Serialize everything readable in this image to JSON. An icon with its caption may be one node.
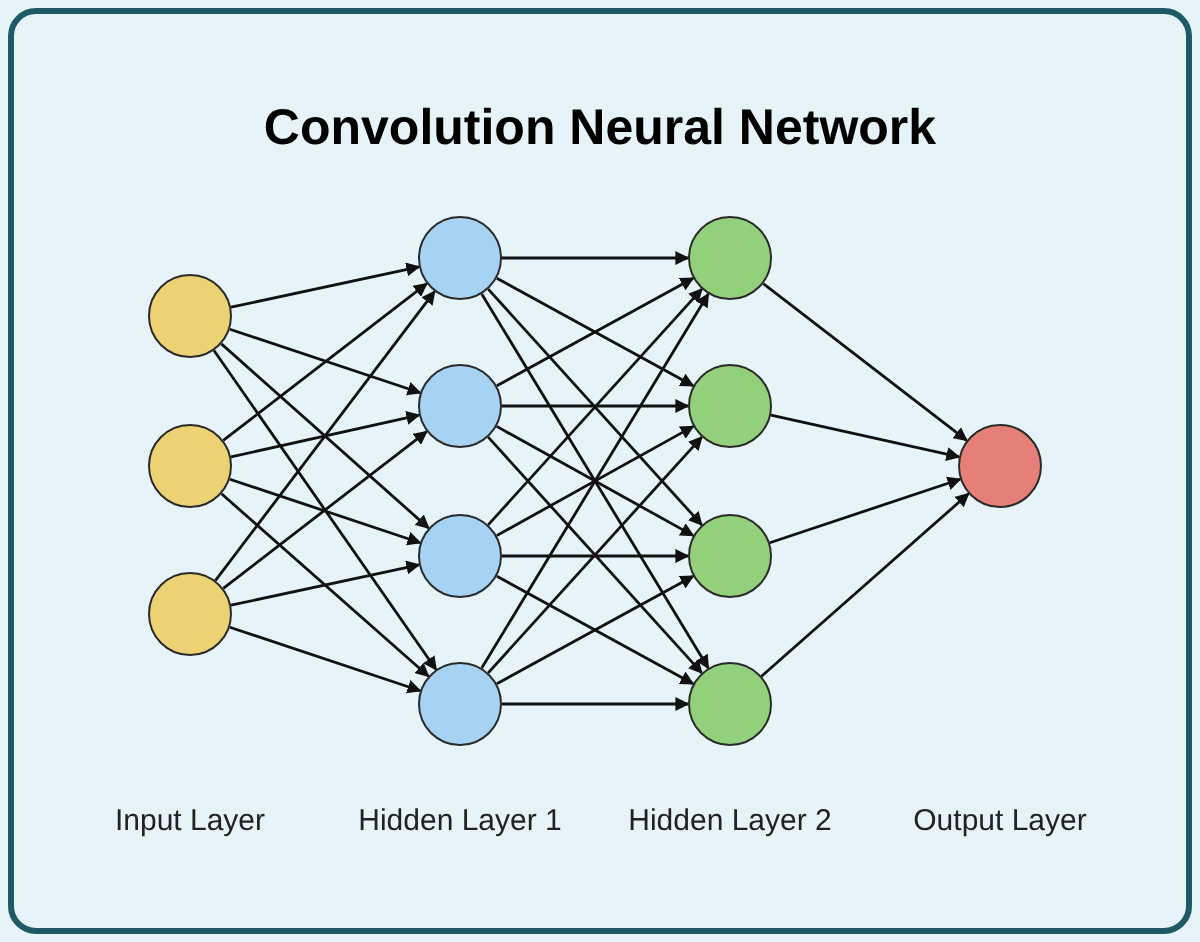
{
  "diagram": {
    "title": "Convolution Neural Network",
    "nodes": [
      {
        "text": [],
        "shape": "circle"
      },
      {
        "text": [],
        "shape": "circle"
      },
      {
        "text": [],
        "shape": "circle"
      },
      {
        "text": [],
        "shape": "circle"
      },
      {
        "text": [],
        "shape": "circle"
      },
      {
        "text": [],
        "shape": "circle"
      },
      {
        "text": [],
        "shape": "circle"
      },
      {
        "text": [],
        "shape": "circle"
      },
      {
        "text": [],
        "shape": "circle"
      },
      {
        "text": [],
        "shape": "circle"
      },
      {
        "text": [],
        "shape": "circle"
      },
      {
        "text": [],
        "shape": "circle"
      }
    ],
    "edges": [
      {
        "from": 0,
        "to": 3,
        "arrow": "to"
      },
      {
        "from": 0,
        "to": 4,
        "arrow": "to"
      },
      {
        "from": 0,
        "to": 5,
        "arrow": "to"
      },
      {
        "from": 0,
        "to": 6,
        "arrow": "to"
      },
      {
        "from": 1,
        "to": 3,
        "arrow": "to"
      },
      {
        "from": 1,
        "to": 4,
        "arrow": "to"
      },
      {
        "from": 1,
        "to": 5,
        "arrow": "to"
      },
      {
        "from": 1,
        "to": 6,
        "arrow": "to"
      },
      {
        "from": 2,
        "to": 3,
        "arrow": "to"
      },
      {
        "from": 2,
        "to": 4,
        "arrow": "to"
      },
      {
        "from": 2,
        "to": 5,
        "arrow": "to"
      },
      {
        "from": 2,
        "to": 6,
        "arrow": "to"
      },
      {
        "from": 3,
        "to": 7,
        "arrow": "to"
      },
      {
        "from": 3,
        "to": 8,
        "arrow": "to"
      },
      {
        "from": 3,
        "to": 9,
        "arrow": "to"
      },
      {
        "from": 3,
        "to": 10,
        "arrow": "to"
      },
      {
        "from": 4,
        "to": 7,
        "arrow": "to"
      },
      {
        "from": 4,
        "to": 8,
        "arrow": "to"
      },
      {
        "from": 4,
        "to": 9,
        "arrow": "to"
      },
      {
        "from": 4,
        "to": 10,
        "arrow": "to"
      },
      {
        "from": 5,
        "to": 7,
        "arrow": "to"
      },
      {
        "from": 5,
        "to": 8,
        "arrow": "to"
      },
      {
        "from": 5,
        "to": 9,
        "arrow": "to"
      },
      {
        "from": 5,
        "to": 10,
        "arrow": "to"
      },
      {
        "from": 6,
        "to": 7,
        "arrow": "to"
      },
      {
        "from": 6,
        "to": 8,
        "arrow": "to"
      },
      {
        "from": 6,
        "to": 9,
        "arrow": "to"
      },
      {
        "from": 6,
        "to": 10,
        "arrow": "to"
      },
      {
        "from": 7,
        "to": 11,
        "arrow": "to"
      },
      {
        "from": 8,
        "to": 11,
        "arrow": "to"
      },
      {
        "from": 9,
        "to": 11,
        "arrow": "to"
      },
      {
        "from": 10,
        "to": 11,
        "arrow": "to"
      }
    ],
    "labels": [
      "Input Layer",
      "Hidden Layer 1",
      "Hidden Layer 2",
      "Output Layer"
    ]
  }
}
